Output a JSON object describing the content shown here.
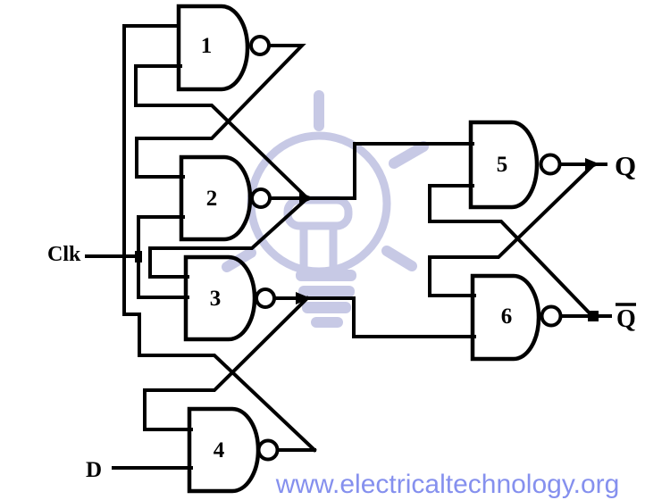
{
  "diagram": {
    "type": "logic-circuit",
    "gates": [
      {
        "number": "1"
      },
      {
        "number": "2"
      },
      {
        "number": "3"
      },
      {
        "number": "4"
      },
      {
        "number": "5"
      },
      {
        "number": "6"
      }
    ],
    "labels": {
      "clock": "Clk",
      "data": "D",
      "output_q": "Q",
      "output_q_bar": "Q",
      "output_q_bar_has_overline": true
    }
  },
  "watermark": {
    "url": "www.electricaltechnology.org",
    "text_color": "#8590ee",
    "bulb_color": "#c7c9e5"
  },
  "style": {
    "wire_color": "#000000",
    "background": "#ffffff"
  }
}
